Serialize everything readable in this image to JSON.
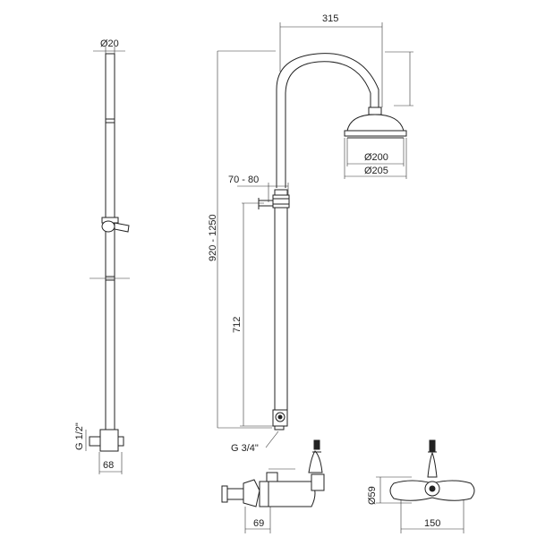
{
  "dimensions": {
    "side_pipe_diameter": "Ø20",
    "inlet_thread_side": "G 1/2\"",
    "wall_offset_side": "68",
    "arm_reach": "315",
    "total_height": "920 - 1250",
    "holder_offset": "70 - 80",
    "holder_height": "712",
    "head_inner_diameter": "Ø200",
    "head_outer_diameter": "Ø205",
    "inlet_thread_front": "G 3/4\"",
    "valve_projection": "69",
    "escutcheon_diameter": "Ø59",
    "valve_centres": "150"
  }
}
